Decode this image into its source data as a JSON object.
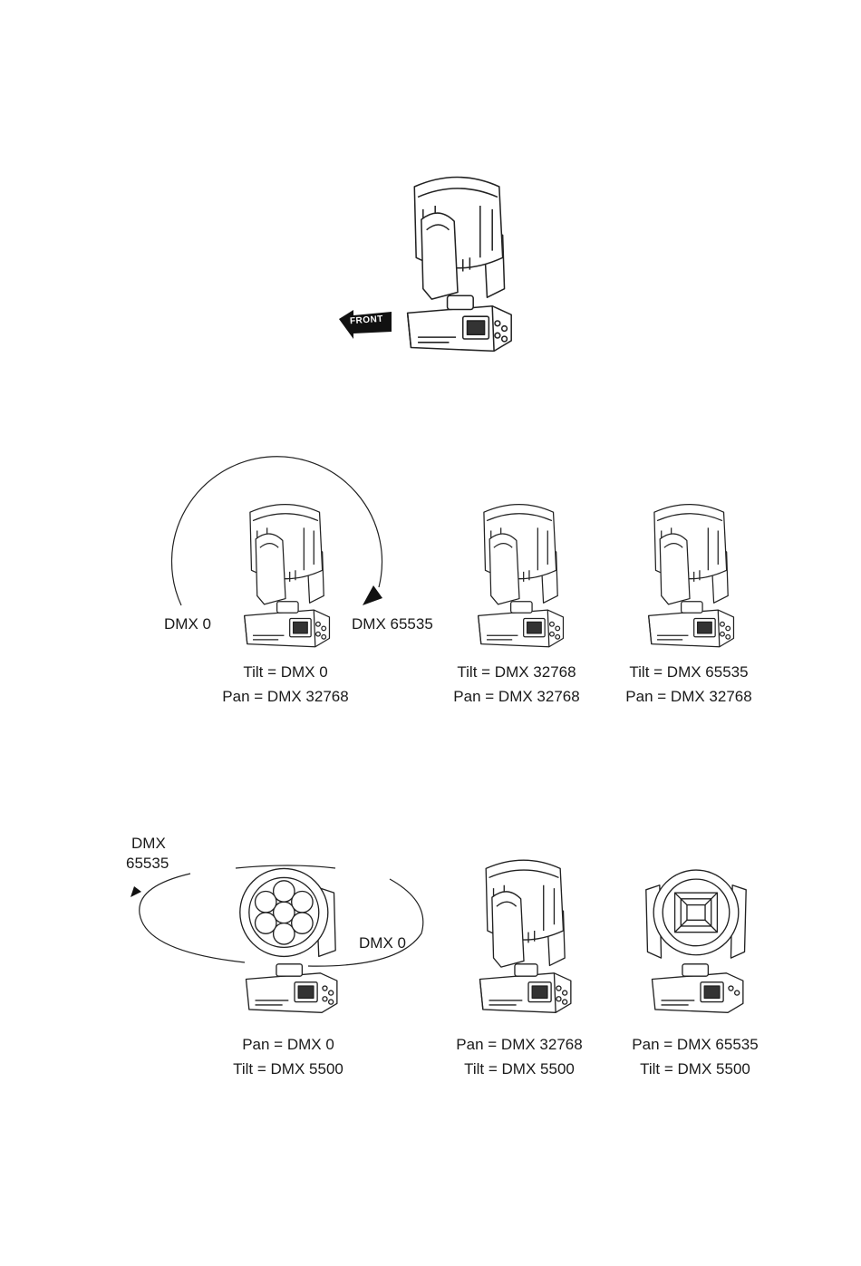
{
  "front_arrow": {
    "text": "FRONT"
  },
  "tilt_section": {
    "left_label": "DMX 0",
    "right_label": "DMX 65535",
    "captions": [
      {
        "line1": "Tilt = DMX 0",
        "line2": "Pan = DMX 32768"
      },
      {
        "line1": "Tilt = DMX 32768",
        "line2": "Pan = DMX 32768"
      },
      {
        "line1": "Tilt = DMX 65535",
        "line2": "Pan = DMX 32768"
      }
    ]
  },
  "pan_section": {
    "top_label_line1": "DMX",
    "top_label_line2": "65535",
    "right_label": "DMX 0",
    "captions": [
      {
        "line1": "Pan = DMX 0",
        "line2": "Tilt = DMX 5500"
      },
      {
        "line1": "Pan = DMX 32768",
        "line2": "Tilt = DMX 5500"
      },
      {
        "line1": "Pan = DMX 65535",
        "line2": "Tilt = DMX 5500"
      }
    ]
  }
}
